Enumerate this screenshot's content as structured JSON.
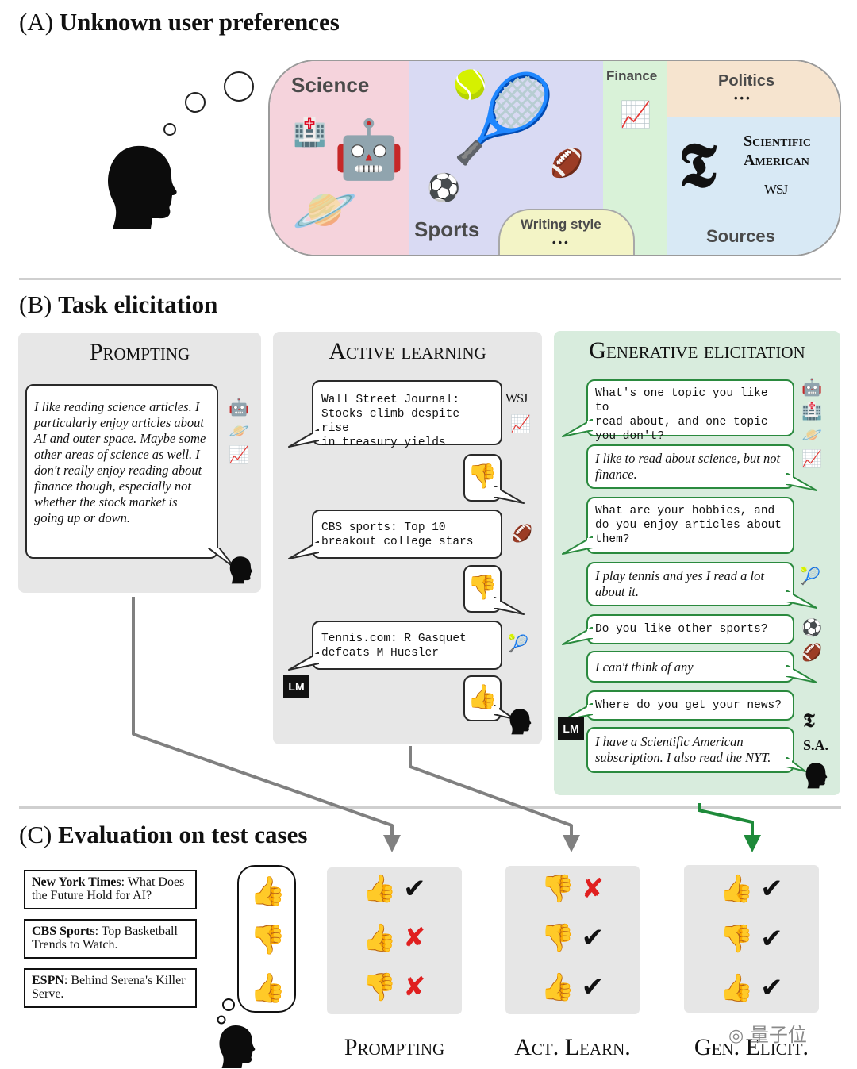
{
  "panel_a": {
    "title_prefix": "(A)",
    "title": "Unknown user preferences",
    "regions": {
      "science": "Science",
      "sports": "Sports",
      "finance": "Finance",
      "politics": "Politics",
      "politics_more": "•••",
      "sources": "Sources",
      "writing_style": "Writing style",
      "writing_more": "•••"
    },
    "emojis": {
      "hospital": "🏥",
      "robot": "🤖",
      "planet": "🪐",
      "tennis": "🎾",
      "soccer": "⚽",
      "football": "🏈",
      "chart": "📈"
    },
    "sources": {
      "nyt": "𝕿",
      "sciam_line1": "Scientific",
      "sciam_line2": "American",
      "wsj": "WSJ"
    },
    "icons": [
      "thinking-head-icon",
      "thought-bubble-icon"
    ]
  },
  "panel_b": {
    "title_prefix": "(B)",
    "title": "Task elicitation",
    "prompting": {
      "title": "Prompting",
      "user_text": "I like reading science articles. I particularly enjoy articles about AI and outer space. Maybe some other areas of science as well. I don't really enjoy reading about finance though, especially not whether the stock market is going up or down.",
      "icons": [
        "🤖",
        "🪐",
        "📈"
      ]
    },
    "active_learning": {
      "title": "Active learning",
      "lm_badge": "LM",
      "items": [
        {
          "text": "Wall Street Journal:\nStocks climb despite rise\nin treasury yields",
          "source": "WSJ",
          "icon": "📈",
          "feedback": "👎"
        },
        {
          "text": "CBS sports: Top 10\nbreakout college stars",
          "icon": "🏈",
          "feedback": "👎"
        },
        {
          "text": "Tennis.com: R Gasquet\ndefeats M Huesler",
          "icon": "🎾",
          "feedback": "👍"
        }
      ]
    },
    "generative_elicitation": {
      "title": "Generative elicitation",
      "lm_badge": "LM",
      "turns": [
        {
          "role": "lm",
          "text": "What's one topic you like to\nread about, and one topic\nyou don't?"
        },
        {
          "role": "user",
          "text": "I like to read about science, but not finance."
        },
        {
          "role": "lm",
          "text": "What are your hobbies, and\ndo you enjoy articles about\nthem?"
        },
        {
          "role": "user",
          "text": "I play tennis and yes I read a lot about it."
        },
        {
          "role": "lm",
          "text": "Do you like other sports?"
        },
        {
          "role": "user",
          "text": "I can't think of any"
        },
        {
          "role": "lm",
          "text": "Where do you get your news?"
        },
        {
          "role": "user",
          "text": "I have a Scientific American subscription. I also read the NYT."
        }
      ],
      "side_icons": {
        "robot": "🤖",
        "hospital": "🏥",
        "planet": "🪐",
        "chart": "📈",
        "tennis": "🎾",
        "soccer": "⚽",
        "football": "🏈",
        "nyt": "𝕿",
        "sa": "S.A."
      }
    }
  },
  "panel_c": {
    "title_prefix": "(C)",
    "title": "Evaluation on test cases",
    "test_cases": [
      {
        "source": "New York Times",
        "text": ": What Does the Future Hold for AI?"
      },
      {
        "source": "CBS Sports",
        "text": ": Top Basketball Trends to Watch."
      },
      {
        "source": "ESPN",
        "text": ": Behind Serena's Killer Serve."
      }
    ],
    "ground_truth": [
      "👍",
      "👎",
      "👍"
    ],
    "methods": [
      {
        "label": "Prompting",
        "predictions": [
          "👍",
          "👍",
          "👎"
        ],
        "marks": [
          "✔",
          "✘",
          "✘"
        ]
      },
      {
        "label": "Act. Learn.",
        "predictions": [
          "👎",
          "👎",
          "👍"
        ],
        "marks": [
          "✘",
          "✔",
          "✔"
        ]
      },
      {
        "label": "Gen. Elicit.",
        "predictions": [
          "👍",
          "👎",
          "👍"
        ],
        "marks": [
          "✔",
          "✔",
          "✔"
        ]
      }
    ],
    "watermark": "量子位"
  },
  "colors": {
    "science": "#f5d3dc",
    "sports": "#d9daf3",
    "finance": "#d9f2d8",
    "politics": "#f6e4cf",
    "sources": "#d8e9f5",
    "writing_style": "#f3f4c6",
    "panel_gray": "#e7e7e7",
    "panel_green": "#d8ecdd",
    "arrow_gray": "#808080",
    "arrow_green": "#1e8a3a",
    "cross_red": "#e02020"
  }
}
